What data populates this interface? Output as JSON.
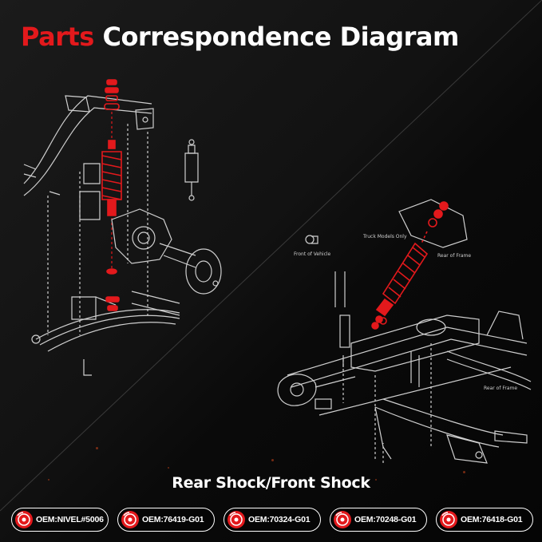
{
  "title": {
    "part1": "Parts",
    "part2": "Correspondence Diagram"
  },
  "subtitle": "Rear Shock/Front Shock",
  "callouts": {
    "front_of_vehicle": "Front of Vehicle",
    "truck_models_only": "Truck Models Only",
    "rear_of_frame": "Rear of Frame",
    "rear_of_frame_2": "Rear of Frame"
  },
  "oem_items": [
    {
      "label": "OEM:NIVEL#5006"
    },
    {
      "label": "OEM:76419-G01"
    },
    {
      "label": "OEM:70324-G01"
    },
    {
      "label": "OEM:70248-G01"
    },
    {
      "label": "OEM:76418-G01"
    }
  ],
  "colors": {
    "accent": "#e3191c",
    "line": "#cfcfcf",
    "white": "#ffffff"
  },
  "icons": {
    "oem_badge": "brake-rotor-icon"
  }
}
